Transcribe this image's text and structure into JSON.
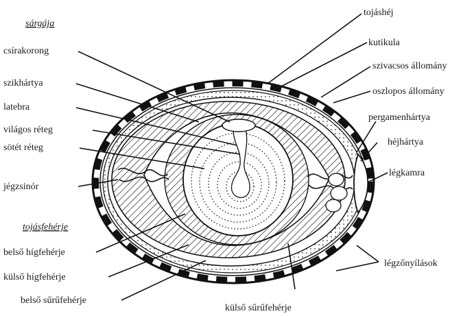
{
  "section_headers": {
    "yolk": "sárgája",
    "white": "tojásfehérje"
  },
  "labels": {
    "shell": "tojáshéj",
    "cuticle": "kutikula",
    "spongy_layer": "szivacsos állomány",
    "columnar_layer": "oszlopos állomány",
    "parchment_membrane": "pergamenhártya",
    "shell_membrane": "héjhártya",
    "air_cell": "légkamra",
    "air_pores": "légzőnyílások",
    "germinal_disc": "csírakorong",
    "vitelline_membrane": "szikhártya",
    "latebra": "latebra",
    "light_layer": "világos réteg",
    "dark_layer": "sötét réteg",
    "chalaza": "jégzsinór",
    "inner_thin_white": "belső hígfehérje",
    "outer_thin_white": "külső hígfehérje",
    "inner_thick_white": "belső sűrűfehérje",
    "outer_thick_white": "külső sűrűfehérje"
  },
  "colors": {
    "ink": "#111111",
    "text": "#1a1a1a",
    "background": "#ffffff"
  }
}
